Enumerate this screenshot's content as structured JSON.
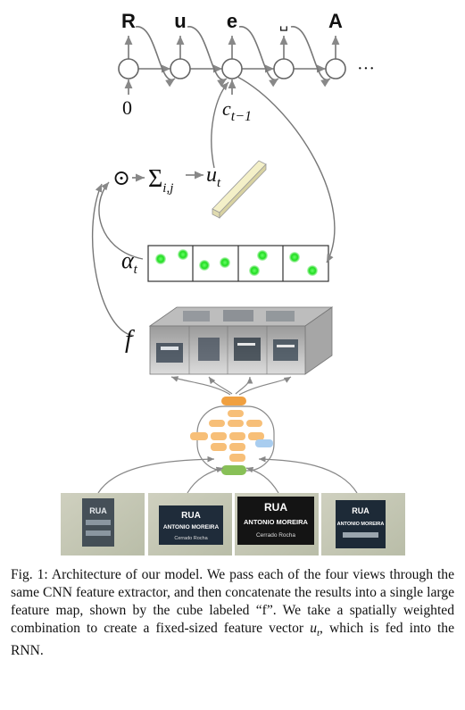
{
  "rnn": {
    "outputs": [
      "R",
      "u",
      "e",
      "␣",
      "A"
    ],
    "ellipsis": "···",
    "initial_input": "0",
    "context_label": "c",
    "context_subscript": "t−1"
  },
  "attention": {
    "odot_symbol": "⊙",
    "sum_symbol": "Σ",
    "sum_subscript": "i,j",
    "vector_label": "u",
    "vector_subscript": "t",
    "alpha_label": "α",
    "alpha_subscript": "t",
    "feature_label": "f"
  },
  "views": [
    {
      "line1": "RUA",
      "line2": "",
      "line3": ""
    },
    {
      "line1": "RUA",
      "line2": "ANTONIO MOREIRA",
      "line3": "Cerrado Rocha"
    },
    {
      "line1": "RUA",
      "line2": "ANTONIO MOREIRA",
      "line3": "Cerrado Rocha"
    },
    {
      "line1": "RUA",
      "line2": "ANTONIO MOREIRA",
      "line3": ""
    }
  ],
  "colors": {
    "node_fill": "#ffffff",
    "node_stroke": "#666666",
    "arrow": "#888888",
    "green_dot": "#22dd22",
    "cnn_orange": "#f7bf78",
    "cnn_blue": "#a9cdef",
    "cnn_green": "#88c057",
    "cnn_top": "#f0a040"
  },
  "caption": {
    "label": "Fig. 1:",
    "text_before": "Architecture of our model. We pass each of the four views through the same CNN feature extractor, and then concatenate the results into a single large feature map, shown by the cube labeled “f”. We take a spatially weighted combination to create a fixed-sized feature vector ",
    "math_var": "u",
    "math_sub": "t",
    "text_after": ", which is fed into the RNN."
  }
}
